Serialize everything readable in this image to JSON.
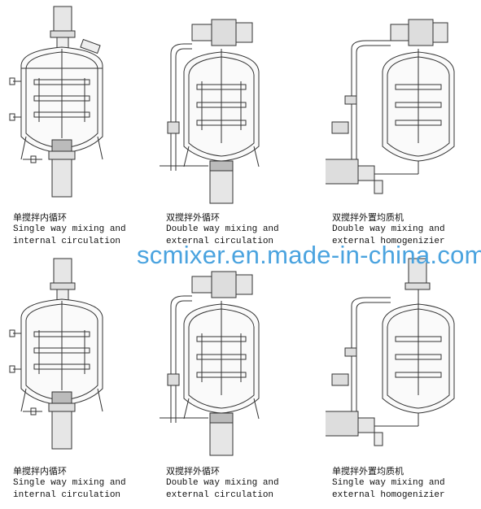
{
  "watermark": "scmixer.en.made-in-china.com",
  "captions": [
    {
      "cn": "单搅拌内循环",
      "en1": "Single way mixing and",
      "en2": "internal circulation"
    },
    {
      "cn": "双搅拌外循环",
      "en1": "Double way mixing and",
      "en2": "external circulation"
    },
    {
      "cn": "双搅拌外置均质机",
      "en1": "Double way mixing and",
      "en2": "external homogenizier"
    },
    {
      "cn": "单搅拌内循环",
      "en1": "Single way mixing and",
      "en2": "internal circulation"
    },
    {
      "cn": "双搅拌外循环",
      "en1": "Double way mixing and",
      "en2": "external circulation"
    },
    {
      "cn": "单搅拌外置均质机",
      "en1": "Single way mixing and",
      "en2": "external homogenizier"
    }
  ],
  "colors": {
    "line": "#333333",
    "fill": "#e6e6e6",
    "dark": "#555555",
    "watermark": "#4aa3df"
  }
}
